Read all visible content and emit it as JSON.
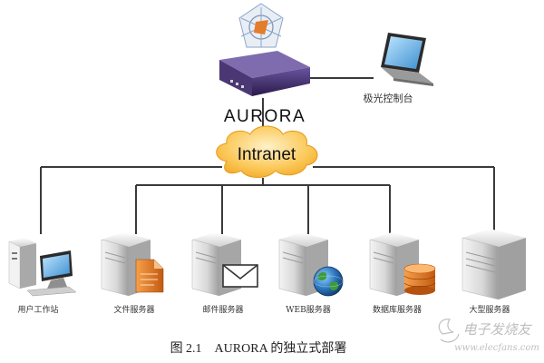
{
  "appliance": {
    "name": "AURORA"
  },
  "console": {
    "label": "极光控制台"
  },
  "network": {
    "label": "Intranet"
  },
  "nodes": [
    {
      "id": "user-workstation",
      "label": "用户工作站",
      "kind": "workstation"
    },
    {
      "id": "file-server",
      "label": "文件服务器",
      "kind": "file"
    },
    {
      "id": "mail-server",
      "label": "邮件服务器",
      "kind": "mail"
    },
    {
      "id": "web-server",
      "label": "WEB服务器",
      "kind": "web"
    },
    {
      "id": "db-server",
      "label": "数据库服务器",
      "kind": "database"
    },
    {
      "id": "mainframe-server",
      "label": "大型服务器",
      "kind": "server"
    }
  ],
  "caption": "图 2.1    AURORA 的独立式部署",
  "watermark": {
    "cn": "电子发烧友",
    "url": "www.elecfans.com"
  },
  "colors": {
    "line": "#3a3a3a",
    "cloud": "#f6b73a",
    "cloud_light": "#fde4a6",
    "appliance": "#3d2a63",
    "server": "#cfcfcf",
    "accent_orange": "#e8842e",
    "globe": "#2a73b8"
  }
}
